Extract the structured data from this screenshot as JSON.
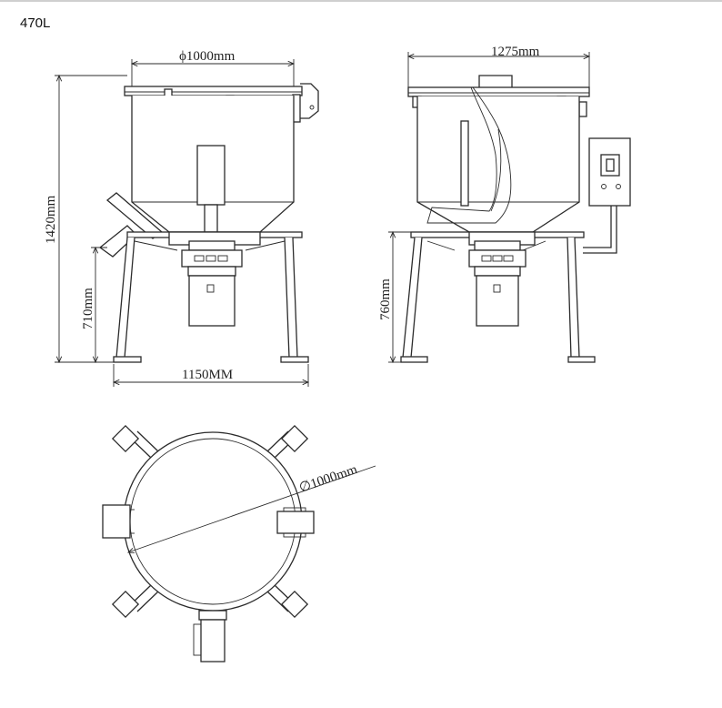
{
  "title": "470L",
  "front_view": {
    "diameter_label": "ϕ1000mm",
    "height_label": "1420mm",
    "leg_height_label": "710mm",
    "base_width_label": "1150MM"
  },
  "side_view": {
    "width_label": "1275mm",
    "leg_height_label": "760mm"
  },
  "top_view": {
    "diameter_label": "∅1000mm"
  }
}
